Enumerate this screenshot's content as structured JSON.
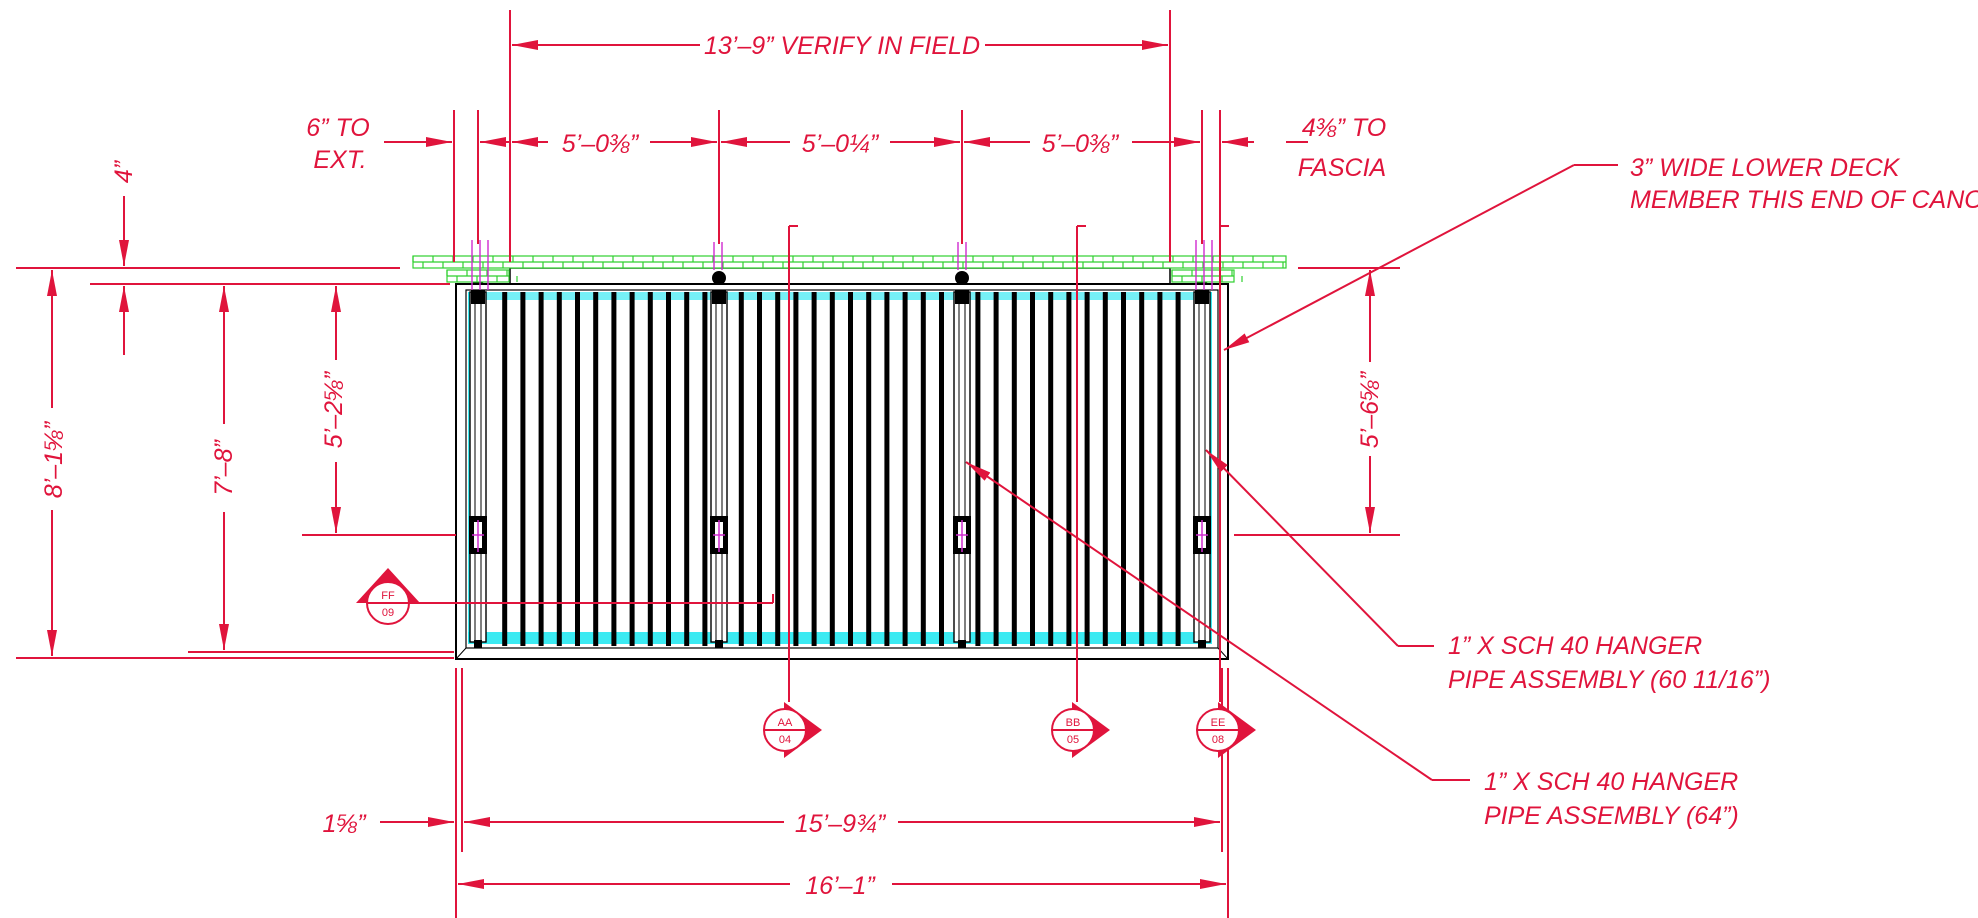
{
  "colors": {
    "dimension": "#e0143c",
    "object": "#000000",
    "glass": "#19e6f0",
    "deck": "#2fd02f",
    "hanger": "#d02ad0"
  },
  "dimensions": {
    "top_overall": "13’–9” VERIFY IN FIELD",
    "left_offset": [
      "6” TO",
      "EXT."
    ],
    "bay1": "5’–0⅜”",
    "bay2": "5’–0¼”",
    "bay3": "5’–0⅜”",
    "right_offset": [
      "4⅜” TO",
      "FASCIA"
    ],
    "deck_thickness": "4”",
    "overall_height": "8’–1⅝”",
    "height_7_8": "7’–8”",
    "hanger_left": "5’–2⅝”",
    "hanger_right": "5’–6⅝”",
    "bottom_offset": "1⅝”",
    "bottom_inner": "15’–9¾”",
    "bottom_overall": "16’–1”"
  },
  "notes": {
    "lower_deck": [
      "3” WIDE LOWER DECK",
      "MEMBER THIS END OF CANOPY"
    ],
    "hanger_a": [
      "1” X SCH 40 HANGER",
      "PIPE ASSEMBLY (60 11/16”)"
    ],
    "hanger_b": [
      "1” X SCH 40 HANGER",
      "PIPE ASSEMBLY (64”)"
    ]
  },
  "section_markers": [
    {
      "id": "FF",
      "sheet": "09"
    },
    {
      "id": "AA",
      "sheet": "04"
    },
    {
      "id": "BB",
      "sheet": "05"
    },
    {
      "id": "EE",
      "sheet": "08"
    }
  ]
}
